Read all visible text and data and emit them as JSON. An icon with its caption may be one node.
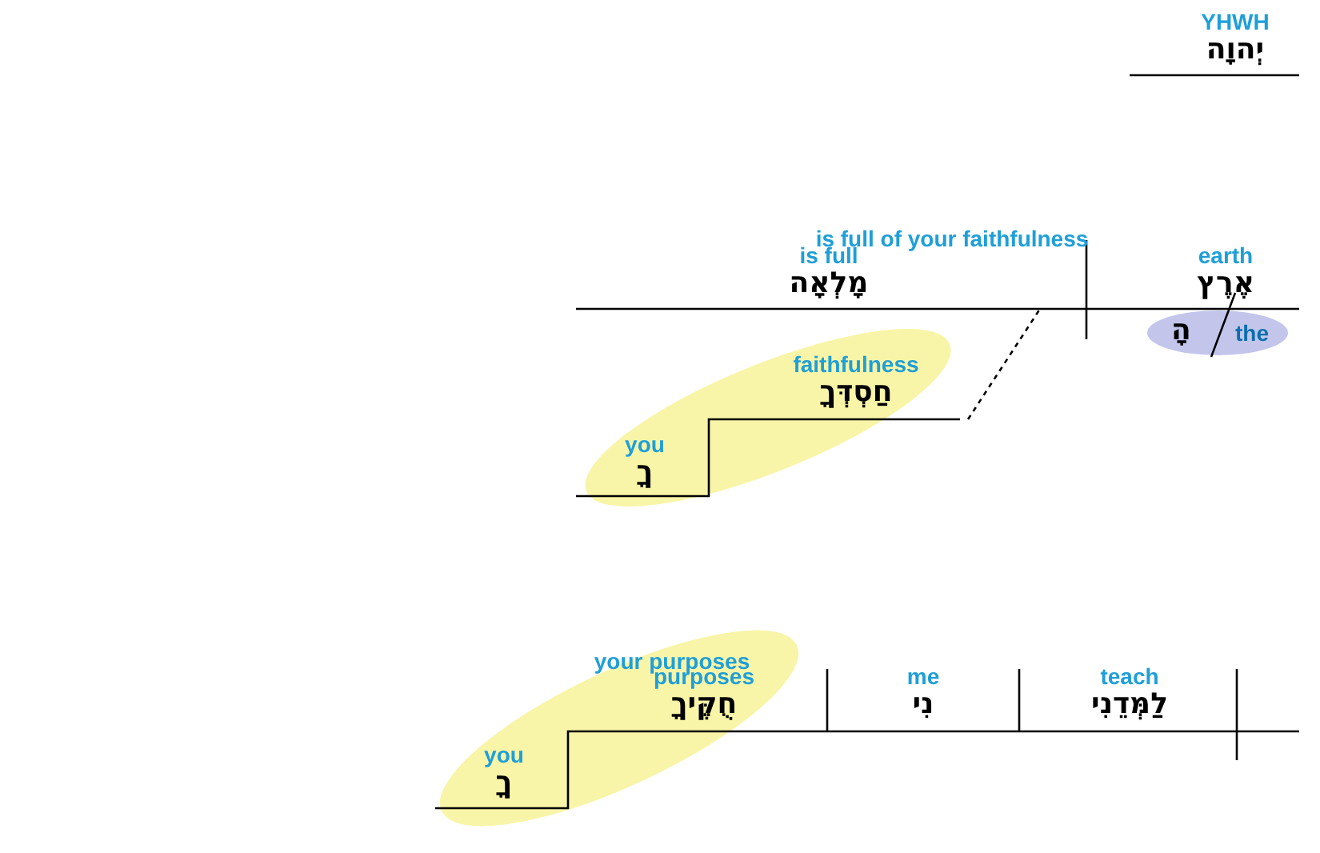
{
  "diagram": {
    "nodes": [
      {
        "text": [
          "YHWH",
          "יְהוָה"
        ]
      },
      {
        "text": [
          "is full",
          "מָלְאָה"
        ]
      },
      {
        "text": [
          "earth",
          "אֶרֶץ"
        ]
      },
      {
        "text": [
          "the",
          "הָ"
        ]
      },
      {
        "text": [],
        "shape": "ellipse"
      },
      {
        "text": [
          "faithfulness",
          "חַסְדְּךָ"
        ],
        "in": 4
      },
      {
        "text": [
          "you",
          "ךָ"
        ],
        "in": 4
      },
      {
        "text": [],
        "shape": "ellipse"
      },
      {
        "text": [
          "purposes",
          "חֻקֶּיךָ"
        ],
        "in": 7
      },
      {
        "text": [
          "you",
          "ךָ"
        ],
        "in": 7
      },
      {
        "text": [
          "me",
          "נִי"
        ]
      },
      {
        "text": [
          "teach",
          "לַמְּדֵנִי"
        ]
      }
    ],
    "edges": [
      {
        "from": 2,
        "to": 3,
        "arrow": "none"
      }
    ],
    "labels": [
      "is full of your faithfulness",
      "your purposes"
    ]
  }
}
